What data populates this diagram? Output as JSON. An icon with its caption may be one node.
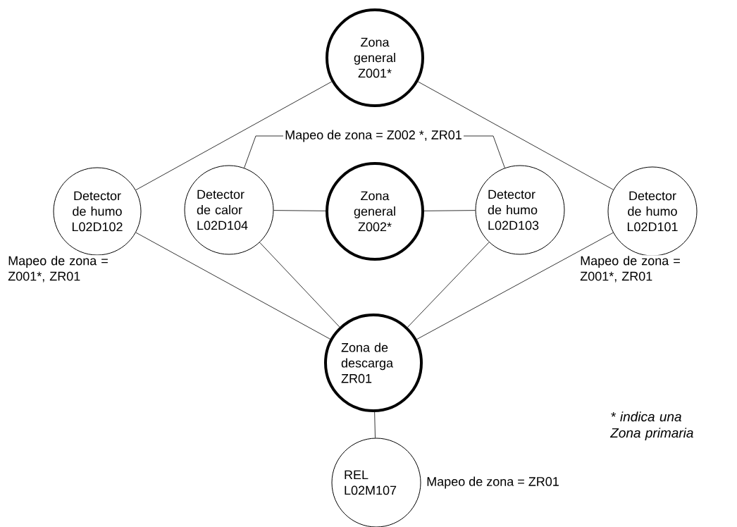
{
  "diagram": {
    "nodes": [
      {
        "text": [
          "Zona general Z001*"
        ]
      },
      {
        "text": [
          "Mapeo de zona = Z002 *, ZR01"
        ]
      },
      {
        "text": [
          "Detector de humo L02D102"
        ],
        "beside": [
          "Mapeo de zona = Z001*, ZR01"
        ]
      },
      {
        "text": [
          "Detector de calor L02D104"
        ]
      },
      {
        "text": [
          "Zona general Z002*"
        ]
      },
      {
        "text": [
          "Detector de humo L02D103"
        ]
      },
      {
        "text": [
          "Detector de humo L02D101"
        ],
        "beside": [
          "Mapeo de zona = Z001*, ZR01"
        ]
      },
      {
        "text": [
          "Zona de descarga ZR01"
        ]
      },
      {
        "text": [
          "REL L02M107"
        ],
        "beside": [
          "Mapeo de zona = ZR01"
        ]
      }
    ],
    "edges": [
      {
        "from": 0,
        "to": 2,
        "arrow": "none"
      },
      {
        "from": 0,
        "to": 6,
        "arrow": "none"
      },
      {
        "from": 1,
        "to": 3,
        "arrow": "none"
      },
      {
        "from": 1,
        "to": 5,
        "arrow": "none"
      },
      {
        "from": 3,
        "to": 4,
        "arrow": "none"
      },
      {
        "from": 4,
        "to": 5,
        "arrow": "none"
      },
      {
        "from": 2,
        "to": 7,
        "arrow": "none"
      },
      {
        "from": 3,
        "to": 7,
        "arrow": "none"
      },
      {
        "from": 5,
        "to": 7,
        "arrow": "none"
      },
      {
        "from": 6,
        "to": 7,
        "arrow": "none"
      },
      {
        "from": 7,
        "to": 8,
        "arrow": "none"
      }
    ],
    "labels": [
      "* indica una Zona primaria"
    ]
  }
}
